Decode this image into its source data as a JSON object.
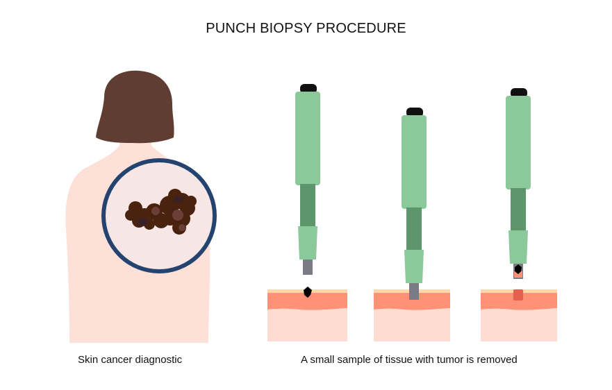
{
  "title": "PUNCH BIOPSY PROCEDURE",
  "captions": {
    "left": "Skin cancer diagnostic",
    "right": "A small sample of tissue with tumor is removed"
  },
  "panels": [
    {
      "id": "patient-back",
      "description": "Woman's back with magnified mole"
    },
    {
      "id": "step-1",
      "description": "Punch tool above skin with tumor"
    },
    {
      "id": "step-2",
      "description": "Punch tool inserted into skin"
    },
    {
      "id": "step-3",
      "description": "Tool withdrawn with tissue sample containing tumor"
    }
  ],
  "colors": {
    "hair": "#5f3d33",
    "skin_body": "#fde0d8",
    "magnifier_ring": "#24446f",
    "magnifier_fill": "#f6e6e6",
    "mole": "#4a230e",
    "tool_light": "#8bc99a",
    "tool_dark": "#5e966b",
    "tool_cap": "#111111",
    "blade": "#7b7b86",
    "epidermis_top": "#ffd7a8",
    "dermis": "#ff9276",
    "subcutis": "#ffdcd2"
  }
}
